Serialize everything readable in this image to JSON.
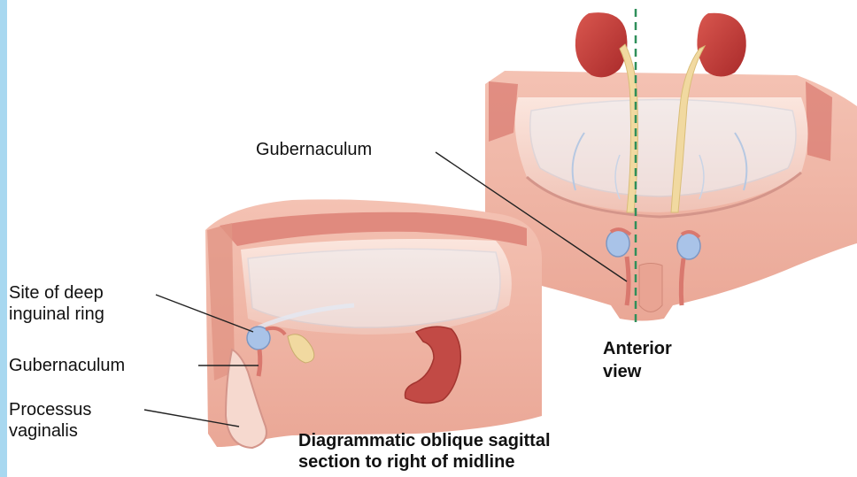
{
  "colors": {
    "left_strip": "#a8d8f0",
    "skin": "#f2b6a5",
    "tissue": "#e9a493",
    "muscle": "#d9786e",
    "kidney": "#c23a3a",
    "ureter": "#f1d9a0",
    "cavity": "#f6d9cf",
    "testis": "#a9c3e8",
    "midline": "#2f8f5a"
  },
  "labels": {
    "gubernaculum_right": "Gubernaculum",
    "site_line1": "Site of deep",
    "site_line2": "inguinal ring",
    "gubernaculum_left": "Gubernaculum",
    "processus_line1": "Processus",
    "processus_line2": "vaginalis",
    "anterior_line1": "Anterior",
    "anterior_line2": "view",
    "section_line1": "Diagrammatic oblique sagittal",
    "section_line2": "section to right of midline"
  }
}
